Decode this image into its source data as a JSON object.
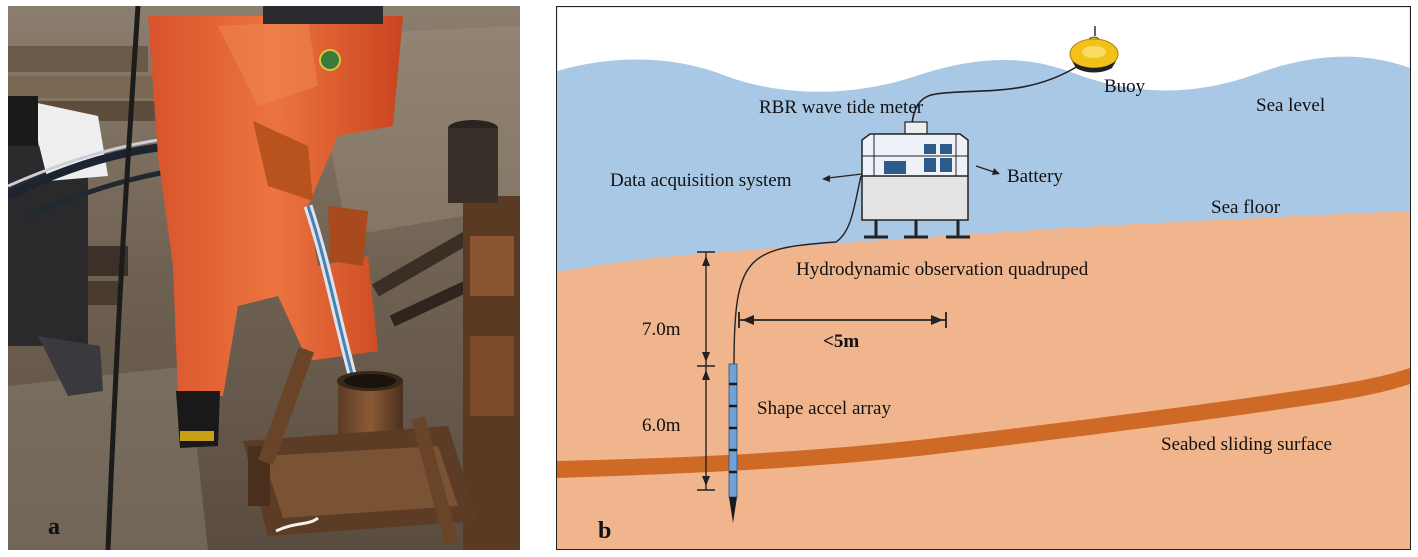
{
  "panel_a": {
    "label": "a"
  },
  "panel_b": {
    "label": "b",
    "labels": {
      "buoy": "Buoy",
      "rbr": "RBR wave tide meter",
      "sea_level": "Sea level",
      "daq": "Data acquisition system",
      "battery": "Battery",
      "sea_floor": "Sea floor",
      "quadruped": "Hydrodynamic observation quadruped",
      "depth_upper": "7.0m",
      "distance": "<5m",
      "array": "Shape accel array",
      "depth_lower": "6.0m",
      "sliding": "Seabed sliding surface"
    },
    "colors": {
      "sea": "#a9c8e6",
      "seabed": "#f1b58d",
      "sliding_surface": "#cf6a26",
      "sensor": "#6fa3d8",
      "buoy": "#f3c21a",
      "box_top": "#eef2f8",
      "box_bottom": "#e4e4e4"
    }
  }
}
